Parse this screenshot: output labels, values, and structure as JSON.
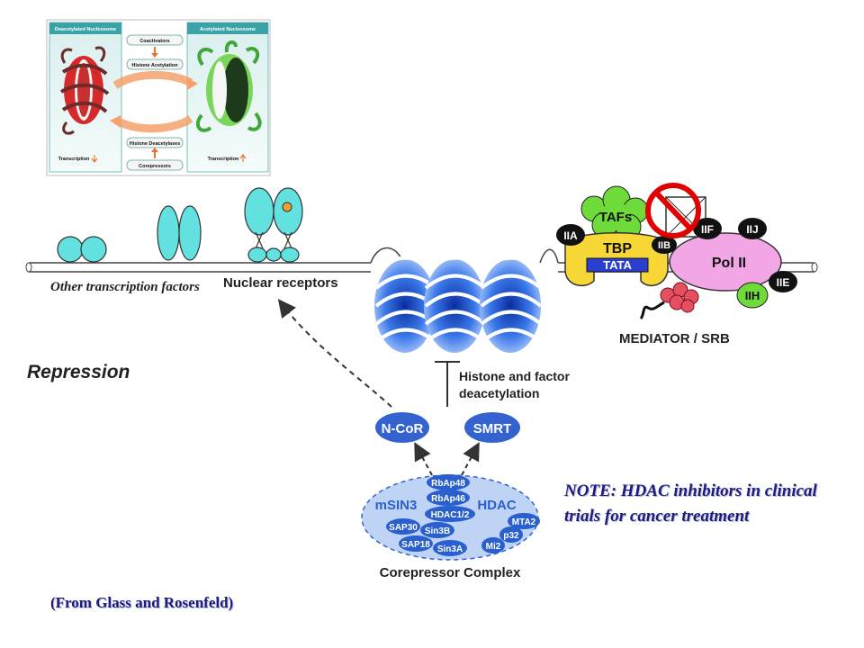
{
  "inset": {
    "left_title": "Deacetylated Nucleosome",
    "right_title": "Acetylated Nucleosome",
    "coactivators": "Coactivators",
    "histone_acetylation": "Histone Acetylation",
    "histone_deacetylases": "Histone Deacetylases",
    "corepressors": "Corepressors",
    "transcription": "Transcription"
  },
  "labels": {
    "other_tf": "Other transcription factors",
    "nuclear_receptors": "Nuclear receptors",
    "repression": "Repression",
    "histone_deacetylation_1": "Histone and factor",
    "histone_deacetylation_2": "deacetylation",
    "mediator": "MEDIATOR / SRB",
    "corepressor_complex": "Corepressor Complex",
    "note": "NOTE: HDAC inhibitors in clinical trials for cancer treatment",
    "citation": "(From Glass and Rosenfeld)"
  },
  "factors": {
    "ncor": "N-CoR",
    "smrt": "SMRT",
    "msin3": "mSIN3",
    "hdac": "HDAC",
    "rbap48": "RbAp48",
    "rbap46": "RbAp46",
    "hdac12": "HDAC1/2",
    "sap30": "SAP30",
    "sin3b": "Sin3B",
    "sap18": "SAP18",
    "sin3a": "Sin3A",
    "mta2": "MTA2",
    "p32": "p32",
    "mi2": "Mi2"
  },
  "machinery": {
    "tafs": "TAFs",
    "tbp": "TBP",
    "tata": "TATA",
    "iia": "IIA",
    "iib": "IIB",
    "iif": "IIF",
    "iij": "IIJ",
    "pol2": "Pol II",
    "iih": "IIH",
    "iie": "IIE"
  },
  "colors": {
    "cyan": "#63e0e0",
    "blue": "#2a5fd0",
    "yellow": "#f6d736",
    "green": "#6fdb3a",
    "pink": "#f2a6e6",
    "red": "#e00000",
    "note": "#1c1c80"
  }
}
